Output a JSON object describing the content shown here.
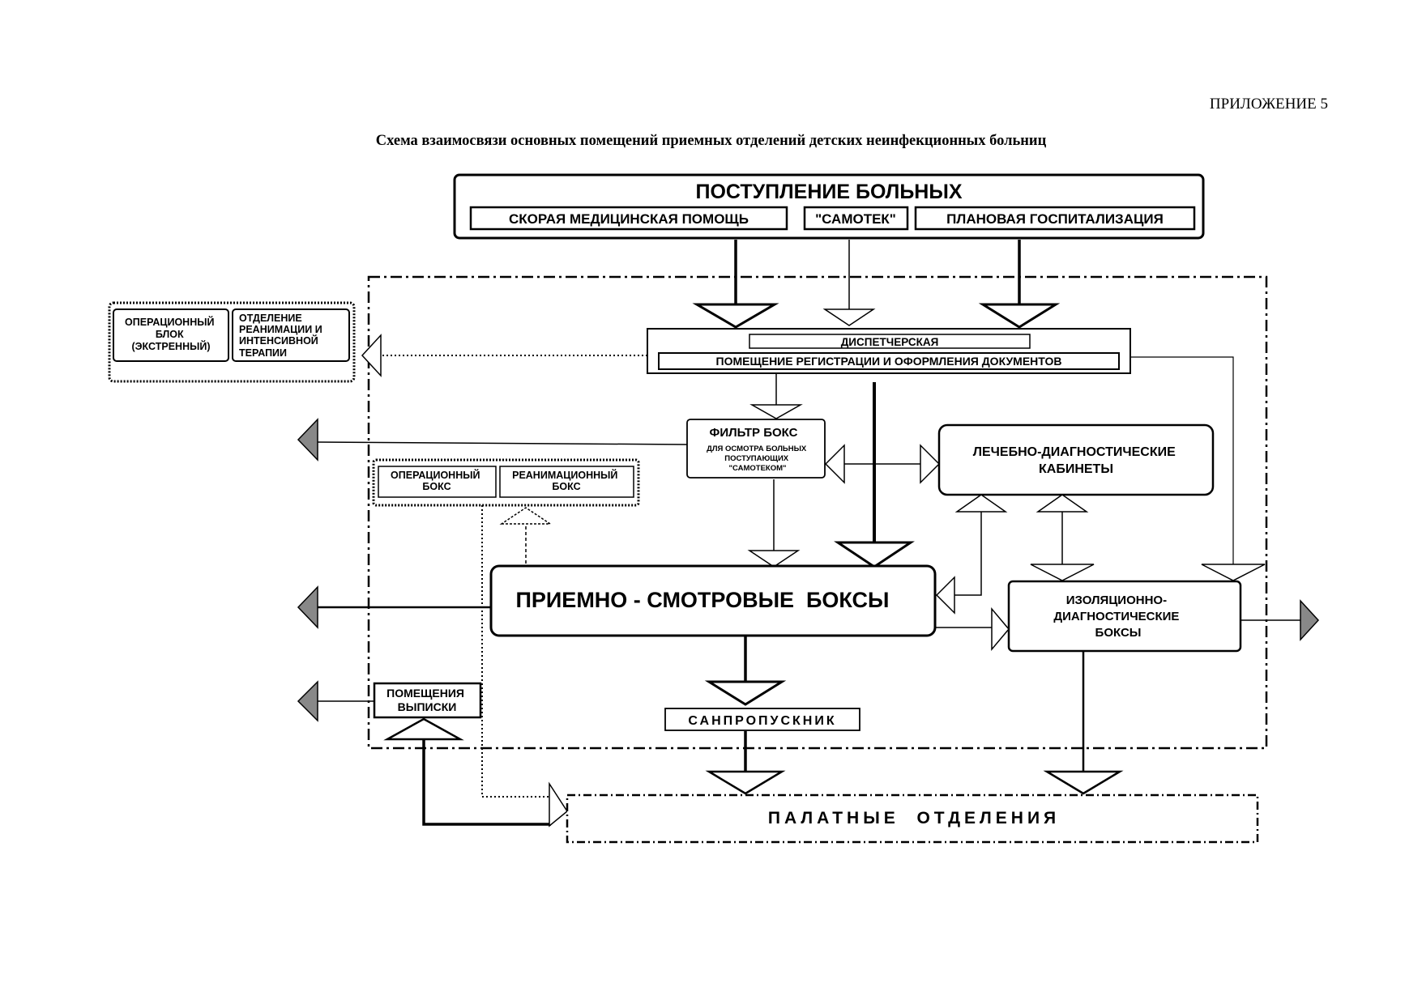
{
  "header": {
    "appendix_label": "ПРИЛОЖЕНИЕ 5",
    "title": "Схема взаимосвязи основных помещений приемных отделений детских неинфекционных больниц"
  },
  "diagram": {
    "admission": {
      "title": "ПОСТУПЛЕНИЕ БОЛЬНЫХ",
      "ambulance": "СКОРАЯ МЕДИЦИНСКАЯ ПОМОЩЬ",
      "self_referral": "\"САМОТЕК\"",
      "planned": "ПЛАНОВАЯ ГОСПИТАЛИЗАЦИЯ"
    },
    "dispatch": "ДИСПЕТЧЕРСКАЯ",
    "registration": "ПОМЕЩЕНИЕ РЕГИСТРАЦИИ И ОФОРМЛЕНИЯ ДОКУМЕНТОВ",
    "operating_block": [
      "ОПЕРАЦИОННЫЙ",
      "БЛОК",
      "(ЭКСТРЕННЫЙ)"
    ],
    "icu_department": [
      "ОТДЕЛЕНИЕ",
      "РЕАНИМАЦИИ И",
      "ИНТЕНСИВНОЙ",
      "ТЕРАПИИ"
    ],
    "filter_box": {
      "title": "ФИЛЬТР БОКС",
      "lines": [
        "ДЛЯ ОСМОТРА БОЛЬНЫХ",
        "ПОСТУПАЮЩИХ",
        "\"САМОТЕКОМ\""
      ]
    },
    "diagnostic_rooms": [
      "ЛЕЧЕБНО-ДИАГНОСТИЧЕСКИЕ",
      "КАБИНЕТЫ"
    ],
    "operating_box": [
      "ОПЕРАЦИОННЫЙ",
      "БОКС"
    ],
    "resuscitation_box": [
      "РЕАНИМАЦИОННЫЙ",
      "БОКС"
    ],
    "exam_boxes": "ПРИЕМНО - СМОТРОВЫЕ  БОКСЫ",
    "isolation_boxes": [
      "ИЗОЛЯЦИОННО-",
      "ДИАГНОСТИЧЕСКИЕ",
      "БОКСЫ"
    ],
    "discharge_rooms": [
      "ПОМЕЩЕНИЯ",
      "ВЫПИСКИ"
    ],
    "sanitary": "САНПРОПУСКНИК",
    "wards": "ПАЛАТНЫЕ  ОТДЕЛЕНИЯ"
  }
}
